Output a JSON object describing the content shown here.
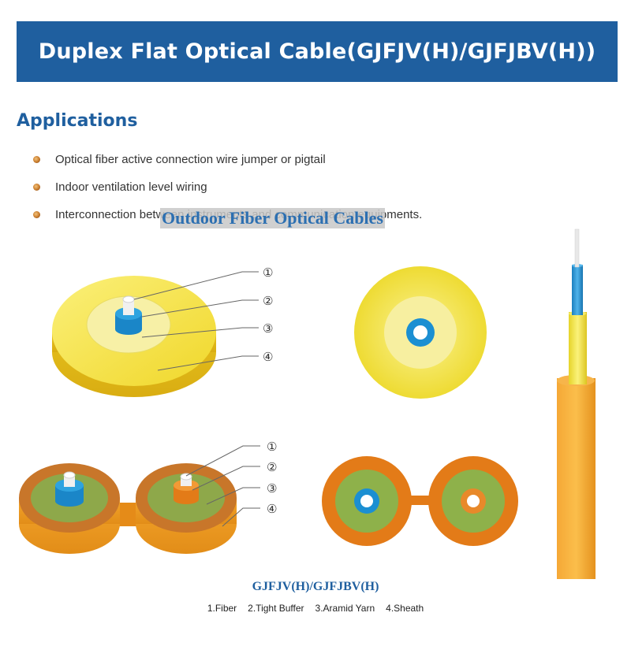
{
  "banner": {
    "title": "Duplex Flat Optical Cable(GJFJV(H)/GJFJBV(H))"
  },
  "applications": {
    "heading": "Applications",
    "items": [
      "Optical fiber active connection wire jumper or pigtail",
      "Indoor ventilation level wiring",
      "Interconnection between instruments and communication equipments."
    ]
  },
  "overlay": {
    "title": "Outdoor Fiber Optical Cables"
  },
  "callouts": {
    "top": [
      "①",
      "②",
      "③",
      "④"
    ],
    "bottom": [
      "①",
      "②",
      "③",
      "④"
    ]
  },
  "model": {
    "title": "GJFJV(H)/GJFJBV(H)"
  },
  "legend": [
    "1.Fiber",
    "2.Tight Buffer",
    "3.Aramid Yarn",
    "4.Sheath"
  ],
  "colors": {
    "banner": "#1f5f9f",
    "sheath_yellow": "#f2e23a",
    "buffer_blue": "#1e8fd0",
    "sheath_orange": "#f5a623",
    "aramid_green": "#9fb84a"
  }
}
